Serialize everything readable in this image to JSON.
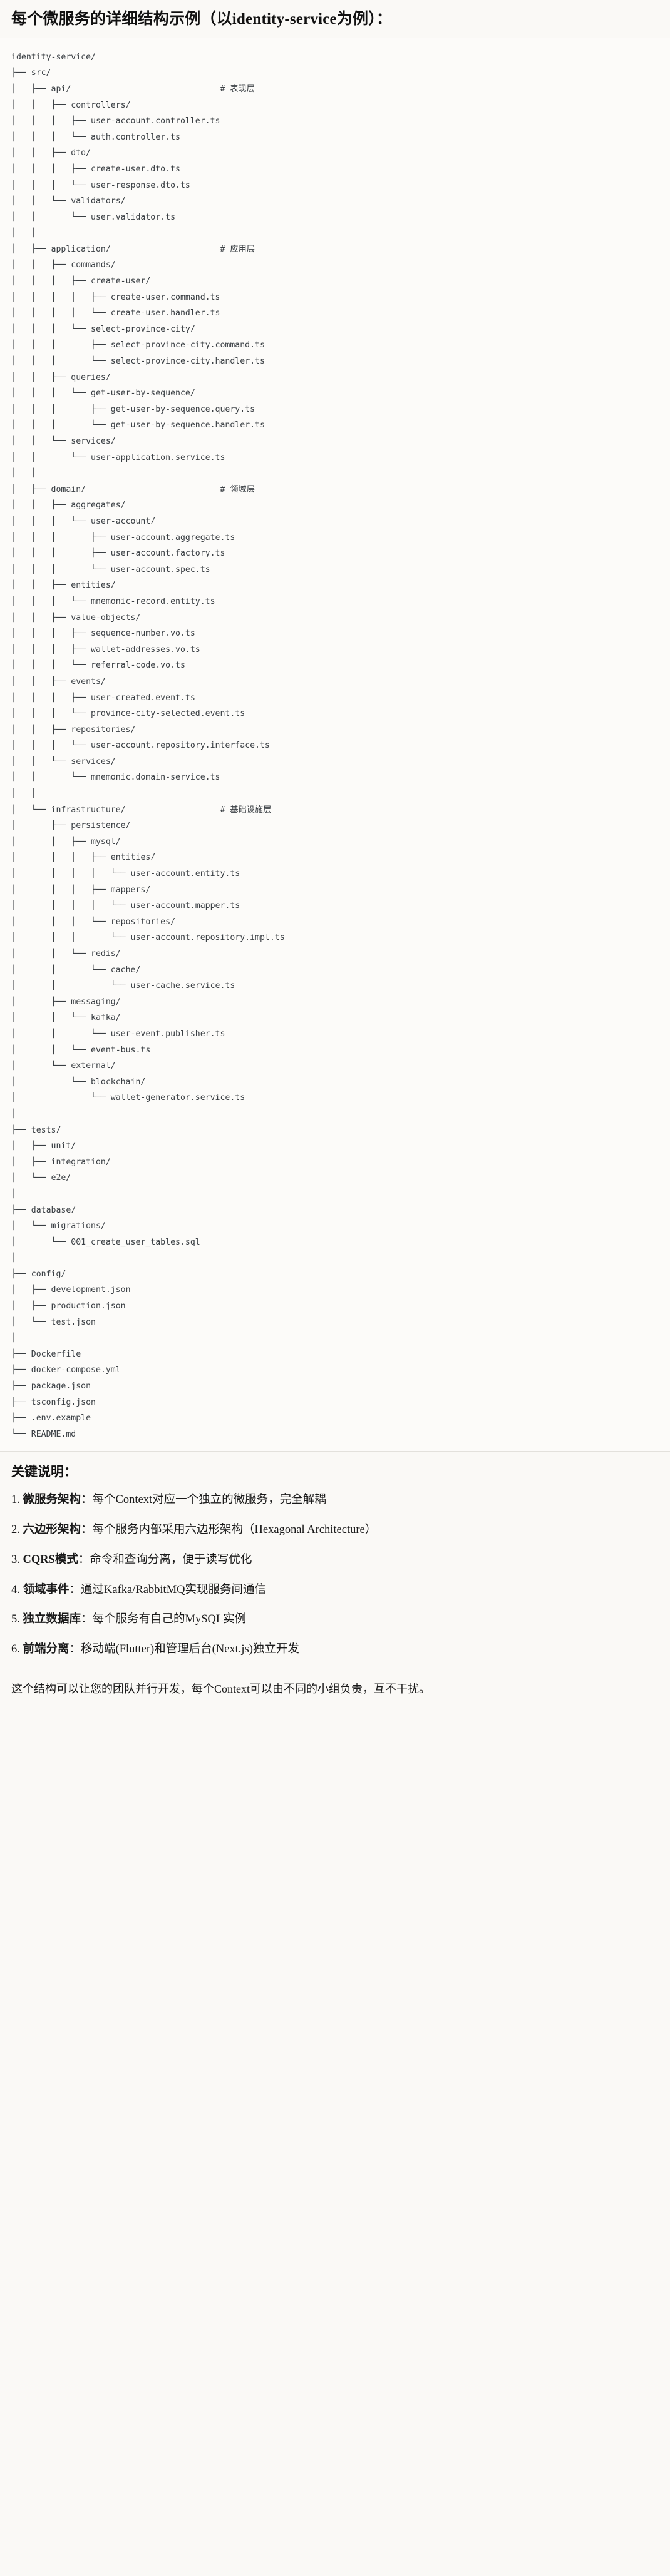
{
  "header": {
    "title": "每个微服务的详细结构示例（以identity-service为例）："
  },
  "tree": {
    "root": "identity-service/",
    "lines": [
      "identity-service/",
      "├── src/",
      "│   ├── api/                              # 表现层",
      "│   │   ├── controllers/",
      "│   │   │   ├── user-account.controller.ts",
      "│   │   │   └── auth.controller.ts",
      "│   │   ├── dto/",
      "│   │   │   ├── create-user.dto.ts",
      "│   │   │   └── user-response.dto.ts",
      "│   │   └── validators/",
      "│   │       └── user.validator.ts",
      "│   │",
      "│   ├── application/                      # 应用层",
      "│   │   ├── commands/",
      "│   │   │   ├── create-user/",
      "│   │   │   │   ├── create-user.command.ts",
      "│   │   │   │   └── create-user.handler.ts",
      "│   │   │   └── select-province-city/",
      "│   │   │       ├── select-province-city.command.ts",
      "│   │   │       └── select-province-city.handler.ts",
      "│   │   ├── queries/",
      "│   │   │   └── get-user-by-sequence/",
      "│   │   │       ├── get-user-by-sequence.query.ts",
      "│   │   │       └── get-user-by-sequence.handler.ts",
      "│   │   └── services/",
      "│   │       └── user-application.service.ts",
      "│   │",
      "│   ├── domain/                           # 领域层",
      "│   │   ├── aggregates/",
      "│   │   │   └── user-account/",
      "│   │   │       ├── user-account.aggregate.ts",
      "│   │   │       ├── user-account.factory.ts",
      "│   │   │       └── user-account.spec.ts",
      "│   │   ├── entities/",
      "│   │   │   └── mnemonic-record.entity.ts",
      "│   │   ├── value-objects/",
      "│   │   │   ├── sequence-number.vo.ts",
      "│   │   │   ├── wallet-addresses.vo.ts",
      "│   │   │   └── referral-code.vo.ts",
      "│   │   ├── events/",
      "│   │   │   ├── user-created.event.ts",
      "│   │   │   └── province-city-selected.event.ts",
      "│   │   ├── repositories/",
      "│   │   │   └── user-account.repository.interface.ts",
      "│   │   └── services/",
      "│   │       └── mnemonic.domain-service.ts",
      "│   │",
      "│   └── infrastructure/                   # 基础设施层",
      "│       ├── persistence/",
      "│       │   ├── mysql/",
      "│       │   │   ├── entities/",
      "│       │   │   │   └── user-account.entity.ts",
      "│       │   │   ├── mappers/",
      "│       │   │   │   └── user-account.mapper.ts",
      "│       │   │   └── repositories/",
      "│       │   │       └── user-account.repository.impl.ts",
      "│       │   └── redis/",
      "│       │       └── cache/",
      "│       │           └── user-cache.service.ts",
      "│       ├── messaging/",
      "│       │   └── kafka/",
      "│       │       └── user-event.publisher.ts",
      "│       │   └── event-bus.ts",
      "│       └── external/",
      "│           └── blockchain/",
      "│               └── wallet-generator.service.ts",
      "│",
      "├── tests/",
      "│   ├── unit/",
      "│   ├── integration/",
      "│   └── e2e/",
      "│",
      "├── database/",
      "│   └── migrations/",
      "│       └── 001_create_user_tables.sql",
      "│",
      "├── config/",
      "│   ├── development.json",
      "│   ├── production.json",
      "│   └── test.json",
      "│",
      "├── Dockerfile",
      "├── docker-compose.yml",
      "├── package.json",
      "├── tsconfig.json",
      "├── .env.example",
      "└── README.md"
    ],
    "layer_comments": [
      {
        "path": "api/",
        "comment": "# 表现层"
      },
      {
        "path": "application/",
        "comment": "# 应用层"
      },
      {
        "path": "domain/",
        "comment": "# 领域层"
      },
      {
        "path": "infrastructure/",
        "comment": "# 基础设施层"
      }
    ]
  },
  "notes": {
    "title": "关键说明：",
    "items": [
      {
        "num": "1.",
        "key": "微服务架构",
        "sep": "：",
        "text": "每个Context对应一个独立的微服务，完全解耦"
      },
      {
        "num": "2.",
        "key": "六边形架构",
        "sep": "：",
        "text": "每个服务内部采用六边形架构（Hexagonal Architecture）"
      },
      {
        "num": "3.",
        "key": "CQRS模式",
        "sep": "：",
        "text": "命令和查询分离，便于读写优化"
      },
      {
        "num": "4.",
        "key": "领域事件",
        "sep": "：",
        "text": "通过Kafka/RabbitMQ实现服务间通信"
      },
      {
        "num": "5.",
        "key": "独立数据库",
        "sep": "：",
        "text": "每个服务有自己的MySQL实例"
      },
      {
        "num": "6.",
        "key": "前端分离",
        "sep": "：",
        "text": "移动端(Flutter)和管理后台(Next.js)独立开发"
      }
    ],
    "closing": "这个结构可以让您的团队并行开发，每个Context可以由不同的小组负责，互不干扰。"
  },
  "colors": {
    "page_bg": "#faf9f6",
    "code_bg": "#fcfbf9",
    "code_text": "#3a3f44",
    "heading": "#111111",
    "rule": "#e3e1dc"
  }
}
